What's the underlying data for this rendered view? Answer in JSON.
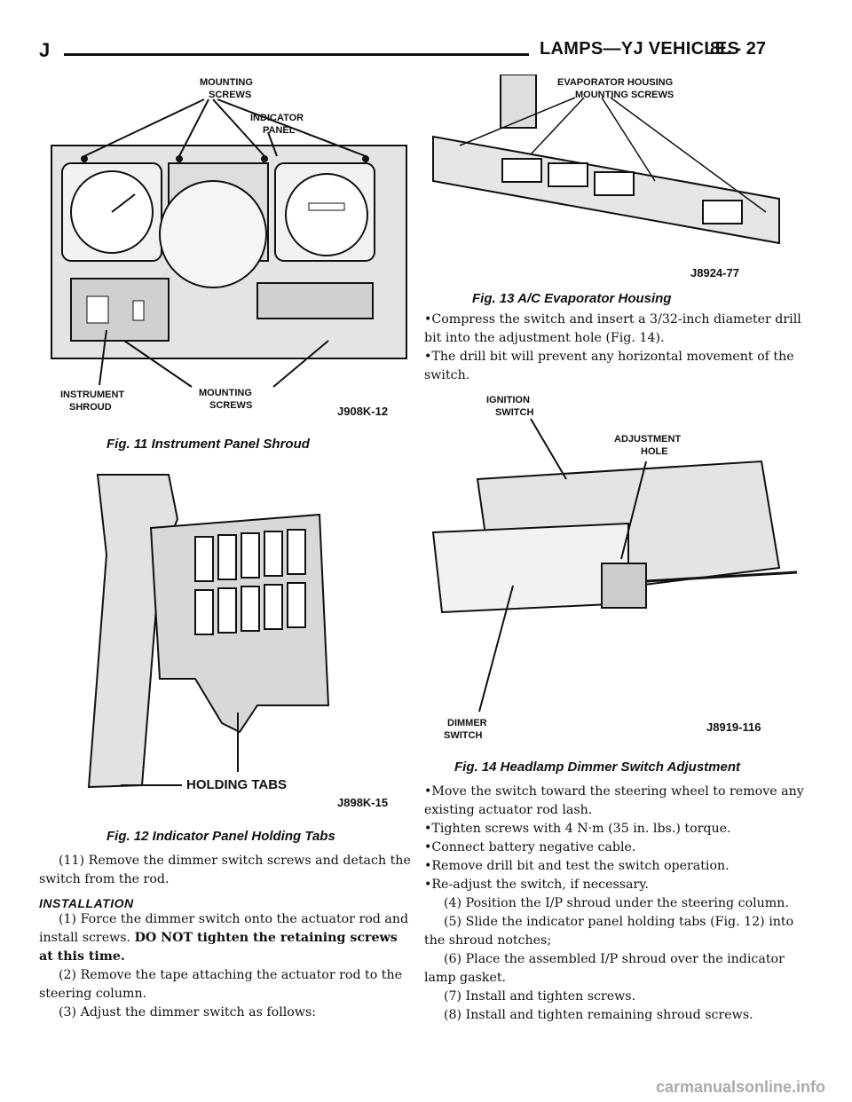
{
  "header": {
    "letter": "J",
    "section": "LAMPS—YJ VEHICLES",
    "page": "8L - 27"
  },
  "fig11": {
    "caption": "Fig. 11 Instrument Panel Shroud",
    "labels": {
      "mount_top": "MOUNTING",
      "mount_top2": "SCREWS",
      "indicator": "INDICATOR",
      "indicator2": "PANEL",
      "shroud": "INSTRUMENT",
      "shroud2": "SHROUD",
      "mount_bot": "MOUNTING",
      "mount_bot2": "SCREWS",
      "code": "J908K-12"
    }
  },
  "fig12": {
    "caption": "Fig. 12 Indicator Panel Holding Tabs",
    "labels": {
      "tabs": "HOLDING TABS",
      "code": "J898K-15"
    }
  },
  "fig13": {
    "caption": "Fig. 13 A/C Evaporator Housing",
    "labels": {
      "evap": "EVAPORATOR HOUSING",
      "evap2": "MOUNTING SCREWS",
      "code": "J8924-77"
    }
  },
  "fig14": {
    "caption": "Fig. 14 Headlamp Dimmer Switch Adjustment",
    "labels": {
      "ign": "IGNITION",
      "ign2": "SWITCH",
      "adj": "ADJUSTMENT",
      "adj2": "HOLE",
      "dim": "DIMMER",
      "dim2": "SWITCH",
      "code": "J8919-116"
    }
  },
  "left_text": {
    "p11": "(11) Remove the dimmer switch screws and detach the switch from the rod.",
    "heading": "INSTALLATION",
    "p1a": "(1) Force the dimmer switch onto the actuator rod and install screws.",
    "p1b": "DO NOT tighten the retaining screws at this time.",
    "p2": "(2) Remove the tape attaching the actuator rod to the steering column.",
    "p3": "(3) Adjust the dimmer switch as follows:"
  },
  "right_text": {
    "b1": "Compress the switch and insert a 3/32-inch diameter drill bit into the adjustment hole (Fig. 14).",
    "b2": "The drill bit will prevent any horizontal movement of the switch.",
    "b3": "Move the switch toward the steering wheel to remove any existing actuator rod lash.",
    "b4": "Tighten screws with 4 N·m (35 in. lbs.) torque.",
    "b5": "Connect battery negative cable.",
    "b6": "Remove drill bit and test the switch operation.",
    "b7": "Re-adjust the switch, if necessary.",
    "p4": "(4) Position the I/P shroud under the steering column.",
    "p5": "(5) Slide the indicator panel holding tabs (Fig. 12) into the shroud notches;",
    "p6": "(6) Place the assembled I/P shroud over the indicator lamp gasket.",
    "p7": "(7) Install and tighten screws.",
    "p8": "(8) Install and tighten remaining shroud screws."
  },
  "watermark": "carmanualsonline.info"
}
